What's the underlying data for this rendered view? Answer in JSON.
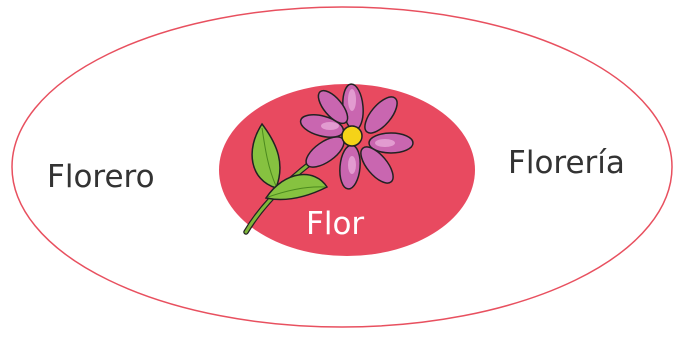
{
  "diagram": {
    "center_word": "Flor",
    "left_word": "Florero",
    "right_word": "Florería",
    "outer_ellipse_color": "#e8505f",
    "inner_ellipse_color": "#e84a60",
    "text_color": "#333333",
    "illustration": "flower-icon"
  }
}
